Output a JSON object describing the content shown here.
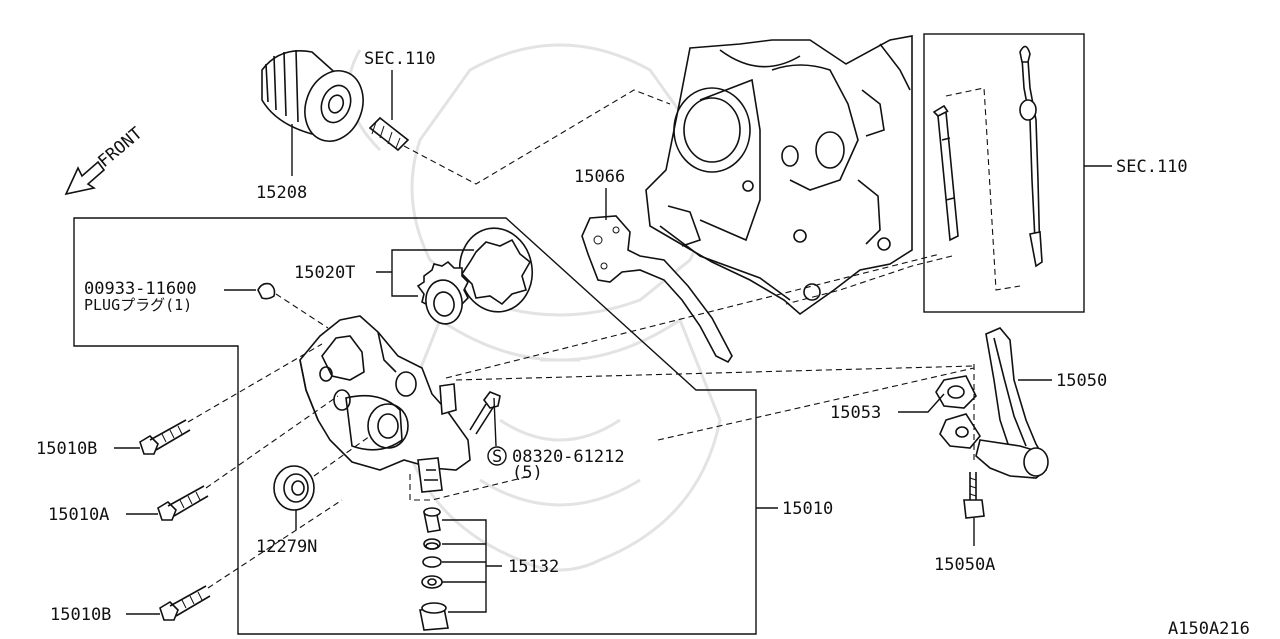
{
  "labels": {
    "front": "FRONT",
    "sec110_top": "SEC.110",
    "sec110_right": "SEC.110",
    "p15208": "15208",
    "p15066": "15066",
    "p15020T": "15020T",
    "p00933": "00933-11600",
    "plug": "PLUGプラグ(1)",
    "p15010B_top": "15010B",
    "p15010A": "15010A",
    "p15010B_bottom": "15010B",
    "p12279N": "12279N",
    "s_symbol": "S",
    "p08320": "08320-61212",
    "qty5": "(5)",
    "p15132": "15132",
    "p15010": "15010",
    "p15053": "15053",
    "p15050": "15050",
    "p15050A": "15050A",
    "figure_code": "A150A216"
  },
  "icons": {
    "front_arrow": "front-arrow-icon",
    "watermark": "samurai-helmet-watermark-icon"
  }
}
